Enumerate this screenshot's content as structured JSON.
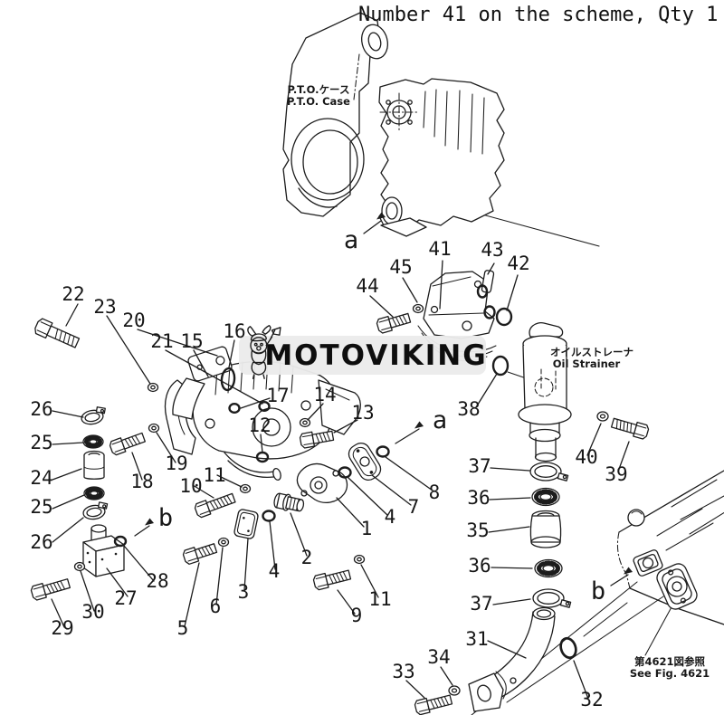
{
  "title": "Number 41 on the scheme, Qty 1",
  "watermark": {
    "brand": "MOTOVIKING",
    "mascot_icon": "viking-mascot"
  },
  "annotations": {
    "pto_case_jp": "P.T.O.ケース",
    "pto_case_en": "P.T.O. Case",
    "oil_strainer_jp": "オイルストレーナ",
    "oil_strainer_en": "Oil Strainer",
    "see_fig_jp": "第4621図参照",
    "see_fig_en": "See Fig. 4621"
  },
  "markers": {
    "a": "a",
    "b": "b"
  },
  "part_numbers": {
    "1": "1",
    "2": "2",
    "3": "3",
    "4": "4",
    "5": "5",
    "6": "6",
    "7": "7",
    "8": "8",
    "9": "9",
    "10": "10",
    "11": "11",
    "12": "12",
    "13": "13",
    "14": "14",
    "15": "15",
    "16": "16",
    "17": "17",
    "18": "18",
    "19": "19",
    "20": "20",
    "21": "21",
    "22": "22",
    "23": "23",
    "24": "24",
    "25": "25",
    "26": "26",
    "27": "27",
    "28": "28",
    "29": "29",
    "30": "30",
    "31": "31",
    "32": "32",
    "33": "33",
    "34": "34",
    "35": "35",
    "36": "36",
    "37": "37",
    "38": "38",
    "39": "39",
    "40": "40",
    "41": "41",
    "42": "42",
    "43": "43",
    "44": "44",
    "45": "45"
  },
  "colors": {
    "line": "#1c1c1c",
    "background": "#ffffff",
    "watermark_bg": "#ebebeb",
    "brand_text": "#0e0e0e",
    "mascot_red": "#d4372b",
    "mascot_brown": "#8a5a33",
    "mascot_helmet": "#98a1aa"
  }
}
